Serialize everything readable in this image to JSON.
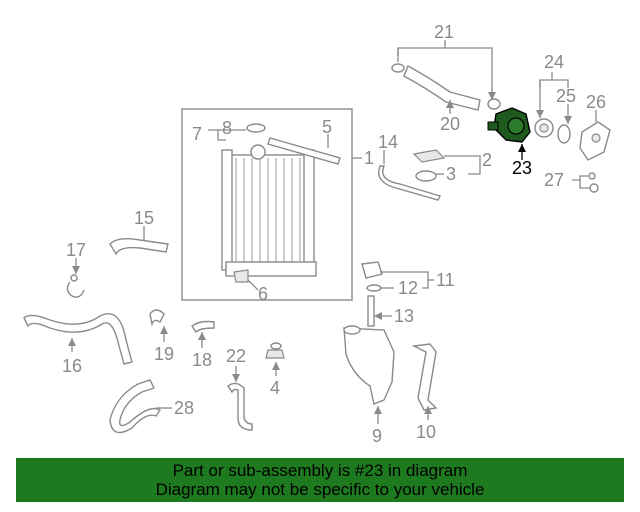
{
  "diagram": {
    "callouts": {
      "c1": "1",
      "c2": "2",
      "c3": "3",
      "c4": "4",
      "c5": "5",
      "c6": "6",
      "c7": "7",
      "c8": "8",
      "c9": "9",
      "c10": "10",
      "c11": "11",
      "c12": "12",
      "c13": "13",
      "c14": "14",
      "c15": "15",
      "c16": "16",
      "c17": "17",
      "c18": "18",
      "c19": "19",
      "c20": "20",
      "c21": "21",
      "c22": "22",
      "c23": "23",
      "c24": "24",
      "c25": "25",
      "c26": "26",
      "c27": "27",
      "c28": "28"
    },
    "highlight_color": "#000000",
    "part_color": "#8a8a8a",
    "highlighted_part_fill": "#1e5a1e"
  },
  "banner": {
    "line1": "Part or sub-assembly is #23 in diagram",
    "line2": "Diagram may not be specific to your vehicle",
    "background": "#1e7a1e"
  }
}
